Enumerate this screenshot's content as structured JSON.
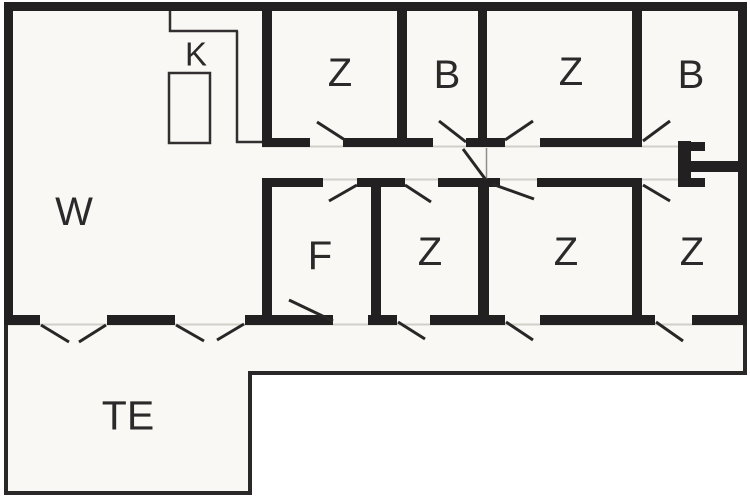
{
  "floorplan": {
    "type": "floor-plan",
    "rooms": [
      {
        "id": "living-room",
        "label": "W"
      },
      {
        "id": "kitchen",
        "label": "K"
      },
      {
        "id": "bedroom-top-1",
        "label": "Z"
      },
      {
        "id": "bath-top-1",
        "label": "B"
      },
      {
        "id": "bedroom-top-2",
        "label": "Z"
      },
      {
        "id": "bath-top-2",
        "label": "B"
      },
      {
        "id": "room-f",
        "label": "F"
      },
      {
        "id": "bedroom-bottom-1",
        "label": "Z"
      },
      {
        "id": "bedroom-bottom-2",
        "label": "Z"
      },
      {
        "id": "bedroom-bottom-3",
        "label": "Z"
      },
      {
        "id": "terrace",
        "label": "TE"
      }
    ],
    "colors": {
      "wall": "#232021",
      "interior_fill": "#faf8f4",
      "thin_line": "#2b2829",
      "faint_line": "#d2cfca",
      "label": "#2a2a2a"
    }
  }
}
